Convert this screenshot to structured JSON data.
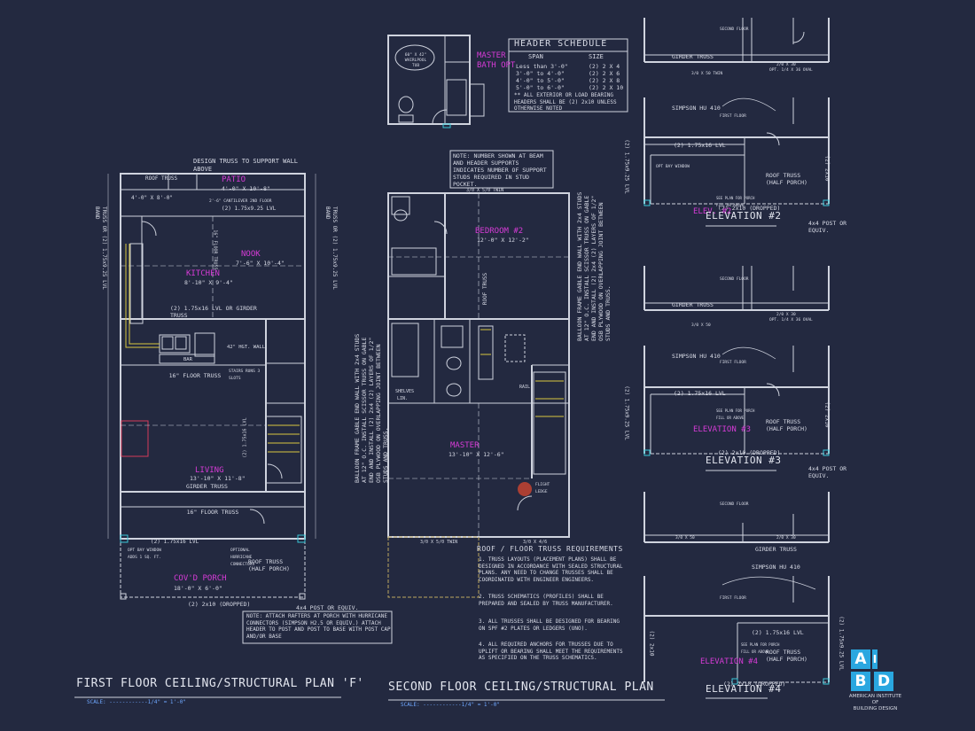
{
  "first_floor": {
    "design_truss_note": "DESIGN TRUSS TO SUPPORT WALL ABOVE",
    "patio": {
      "name": "PATIO",
      "size": "4'-0\" X 10'-8\""
    },
    "roof_truss_left": "ROOF TRUSS",
    "patio_left_size": "4'-0\" X 8'-0\"",
    "cantilever_note": "2'-6\" CANTILEVER 2ND FLOOR",
    "lvl_top": "(2) 1.75x9.25 LVL",
    "truss_lvl_left": "TRUSS OR (2) 1.75x9.25 LVL BAND",
    "truss_lvl_right": "TRUSS OR (2) 1.75x9.25 LVL BAND",
    "floor_truss_vertical": "16\" FLOOR TRUSS",
    "nook": {
      "name": "NOOK",
      "size": "7'-6\" X 10'-4\""
    },
    "kitchen": {
      "name": "KITCHEN",
      "size": "8'-10\" X 9'-4\""
    },
    "girder_truss_label": "(2) 1.75x16 LVL OR GIRDER TRUSS",
    "hgt_wall": "42\" HGT. WALL",
    "bar": "BAR",
    "floor_truss_mid": "16\" FLOOR TRUSS",
    "stairs_note": "STAIRS RUNS 3 SLOTS",
    "lvl_vertical": "(2) 1.75x16 LVL",
    "living": {
      "name": "LIVING",
      "size": "13'-10\" X 11'-8\""
    },
    "girder_truss_living": "GIRDER TRUSS",
    "floor_truss_bottom": "16\" FLOOR TRUSS",
    "lvl_bottom": "(2) 1.75x16 LVL",
    "optional_bay": "OPT BAY WINDOW ADDS 1 SQ. FT.",
    "roof_truss_half_porch": "ROOF TRUSS (HALF PORCH)",
    "optional_hurricane": "OPTIONAL HURRICANE CONNECTORS",
    "covered_porch": {
      "name": "COV'D PORCH",
      "size": "18'-0\" X 6'-0\""
    },
    "dropped_header": "(2) 2x10 (DROPPED)",
    "post_note": "4x4 POST OR EQUIV.",
    "rafter_note": "NOTE: ATTACH RAFTERS AT PORCH WITH HURRICANE CONNECTORS (SIMPSON H2.5 OR EQUIV.) ATTACH HEADER TO POST AND POST TO BASE WITH POST CAP AND/OR BASE",
    "plan_title": "FIRST FLOOR CEILING/STRUCTURAL PLAN 'F'",
    "scale": "SCALE: ------------1/4\" = 1'-0\""
  },
  "second_floor": {
    "master_bath": "MASTER BATH OPT",
    "whirlpool": "60\" X 42\" WHIRLPOOL TUB",
    "support_note": "NOTE: NUMBER SHOWN AT BEAM AND HEADER SUPPORTS INDICATES NUMBER OF SUPPORT STUDS REQUIRED IN STUD POCKET.",
    "window_top": "3/0 X 5/0 TWIN",
    "bedroom2": {
      "name": "BEDROOM #2",
      "size": "12'-0\" X 12'-2\""
    },
    "roof_truss": "ROOF TRUSS",
    "balloon_left": "BALLOON FRAME GABLE END WALL WITH 2x4 STUDS AT 12\" O.C. INSTALL SCISSOR TRUSS ON GABLE END AND INSTALL (2) 2x4 (2) LAYERS OF 1/2\" OSB PLYWOOD ON OVERLAPPING JOINT BETWEEN STUDS AND TRUSS.",
    "balloon_right": "BALLOON FRAME GABLE END WALL WITH 2x4 STUDS AT 12\" O.C. INSTALL SCISSOR TRUSS ON GABLE END AND INSTALL (2) 2x4 (2) LAYERS OF 1/2\" OSB PLYWOOD ON OVERLAPPING JOINT BETWEEN STUDS AND TRUSS.",
    "shelves": "SHELVES",
    "lin": "LIN.",
    "rail": "RAIL",
    "master": {
      "name": "MASTER",
      "size": "13'-10\" X 12'-6\""
    },
    "flight_ledge": "FLIGHT LEDGE",
    "window_bottom_left": "3/0 X 5/0 TWIN",
    "window_bottom_right": "3/0 X 4/6",
    "plan_title": "SECOND FLOOR CEILING/STRUCTURAL PLAN",
    "scale": "SCALE: ------------1/4\" = 1'-0\""
  },
  "header_schedule": {
    "title": "HEADER SCHEDULE",
    "col_span": "SPAN",
    "col_size": "SIZE",
    "rows": [
      {
        "span": "Less than 3'-0\"",
        "size": "(2) 2 X 4"
      },
      {
        "span": "3'-0\" to 4'-0\"",
        "size": "(2) 2 X 6"
      },
      {
        "span": "4'-0\" to 5'-0\"",
        "size": "(2) 2 X 8"
      },
      {
        "span": "5'-0\" to 6'-0\"",
        "size": "(2) 2 X 10"
      }
    ],
    "footnote": "** ALL EXTERIOR OR LOAD BEARING HEADERS SHALL BE (2) 2x10 UNLESS OTHERWISE NOTED"
  },
  "truss_requirements": {
    "title": "ROOF / FLOOR TRUSS REQUIREMENTS",
    "items": [
      "1. TRUSS LAYOUTS (PLACEMENT PLANS) SHALL BE DESIGNED IN ACCORDANCE WITH SEALED STRUCTURAL PLANS. ANY NEED TO CHANGE TRUSSES SHALL BE COORDINATED WITH ENGINEER ENGINEERS.",
      "2. TRUSS SCHEMATICS (PROFILES) SHALL BE PREPARED AND SEALED BY TRUSS MANUFACTURER.",
      "3. ALL TRUSSES SHALL BE DESIGNED FOR BEARING ON SPF #2 PLATES OR LEDGERS (UNO).",
      "4. ALL REQUIRED ANCHORS FOR TRUSSES DUE TO UPLIFT OR BEARING SHALL MEET THE REQUIREMENTS AS SPECIFIED ON THE TRUSS SCHEMATICS."
    ]
  },
  "elevations": [
    {
      "title": "",
      "top_note": "SECOND FLOOR",
      "girder": "GIRDER TRUSS",
      "opt": "OPT. 1/4 X 36 OVAL",
      "win": "3/0 X 50 TWIN",
      "win2": "2/0 X 30"
    },
    {
      "title": "ELEVATION #2",
      "mag": "ELEV. #2",
      "simpson": "SIMPSON HU 410",
      "first_floor": "FIRST FLOOR",
      "lvl": "(2) 1.75x16 LVL",
      "roof_truss": "ROOF TRUSS (HALF PORCH)",
      "dropped": "(2) 2x10 (DROPPED)",
      "post": "4x4 POST OR EQUIV.",
      "side_lvl": "(2) 1.75x9.25 LVL",
      "side_2x10": "(2) 2x10",
      "bay": "OPT BAY WINDOW",
      "fill": "SEE PLAN FOR PORCH FILL OR ABOVE"
    },
    {
      "title": "",
      "top_note": "SECOND FLOOR",
      "girder": "GIRDER TRUSS",
      "opt": "OPT. 1/4 X 36 OVAL",
      "win": "3/0 X 50",
      "win2": "2/0 X 30"
    },
    {
      "title": "ELEVATION #3",
      "mag": "ELEVATION #3",
      "simpson": "SIMPSON HU 410",
      "first_floor": "FIRST FLOOR",
      "lvl": "(2) 1.75x16 LVL",
      "roof_truss": "ROOF TRUSS (HALF PORCH)",
      "dropped": "(2) 2x10 (DROPPED)",
      "post": "4x4 POST OR EQUIV.",
      "side_lvl": "(2) 1.75x9.25 LVL",
      "side_2x10": "(2) 2x10",
      "fill": "SEE PLAN FOR PORCH FILL OR ABOVE"
    },
    {
      "title": "",
      "top_note": "SECOND FLOOR",
      "girder": "GIRDER TRUSS",
      "win": "3/0 X 50",
      "win2": "2/0 X 30"
    },
    {
      "title": "ELEVATION #4",
      "mag": "ELEVATION #4",
      "simpson": "SIMPSON HU 410",
      "first_floor": "FIRST FLOOR",
      "lvl": "(2) 1.75x16 LVL",
      "roof_truss": "ROOF TRUSS (HALF PORCH)",
      "dropped": "(2) 2x10 (DROPPED)",
      "side_lvl": "(2) 1.75x9.25 LVL",
      "side_2x10": "(2) 2x10",
      "fill": "SEE PLAN FOR PORCH FILL OR ABOVE"
    }
  ],
  "logo": {
    "a": "A",
    "i": "I",
    "b": "B",
    "d": "D",
    "line1": "AMERICAN INSTITUTE",
    "line2": "OF",
    "line3": "BUILDING DESIGN"
  },
  "colors": {
    "background": "#232940",
    "line": "#d8dbe6",
    "accent_magenta": "#d63bd6",
    "accent_cyan": "#2aa7e0",
    "window_cyan": "#39c8d8",
    "stair_yellow": "#d8c640"
  }
}
